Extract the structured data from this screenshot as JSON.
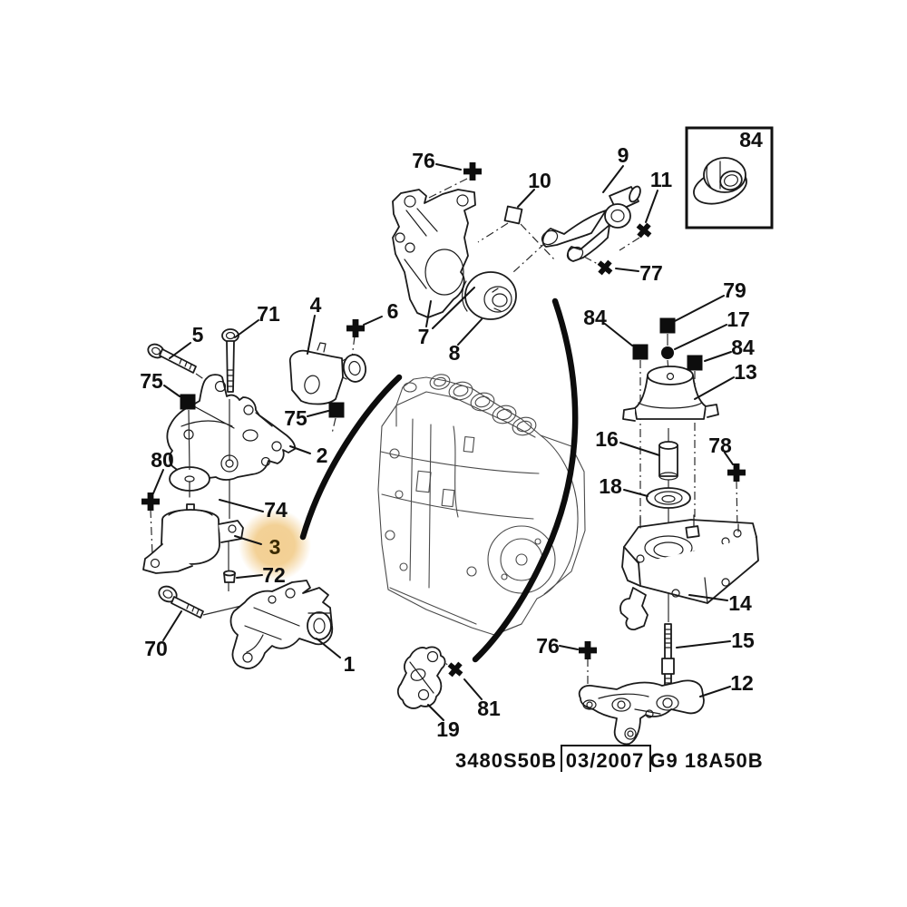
{
  "diagram": {
    "kind": "exploded-parts-diagram",
    "subject": "engine-mounting",
    "highlight": {
      "part": "3",
      "color": "#f2cd8d"
    },
    "inset": {
      "label": "84"
    },
    "footer": {
      "catalog_code": "3480S50B",
      "date_code": "03/2007",
      "engine_code": "G9 18A50B"
    },
    "symbols_legend": {
      "filled_square": "nut",
      "cross": "bolt",
      "filled_circle": "washer",
      "star": "stud-bolt"
    },
    "labels": [
      {
        "text": "76"
      },
      {
        "text": "10"
      },
      {
        "text": "9"
      },
      {
        "text": "11"
      },
      {
        "text": "77"
      },
      {
        "text": "84"
      },
      {
        "text": "79"
      },
      {
        "text": "17"
      },
      {
        "text": "84"
      },
      {
        "text": "13"
      },
      {
        "text": "84"
      },
      {
        "text": "16"
      },
      {
        "text": "78"
      },
      {
        "text": "18"
      },
      {
        "text": "14"
      },
      {
        "text": "15"
      },
      {
        "text": "76"
      },
      {
        "text": "12"
      },
      {
        "text": "5"
      },
      {
        "text": "71"
      },
      {
        "text": "4"
      },
      {
        "text": "6"
      },
      {
        "text": "75"
      },
      {
        "text": "75"
      },
      {
        "text": "2"
      },
      {
        "text": "80"
      },
      {
        "text": "74"
      },
      {
        "text": "3"
      },
      {
        "text": "72"
      },
      {
        "text": "70"
      },
      {
        "text": "1"
      },
      {
        "text": "7"
      },
      {
        "text": "8"
      },
      {
        "text": "19"
      },
      {
        "text": "81"
      }
    ]
  }
}
